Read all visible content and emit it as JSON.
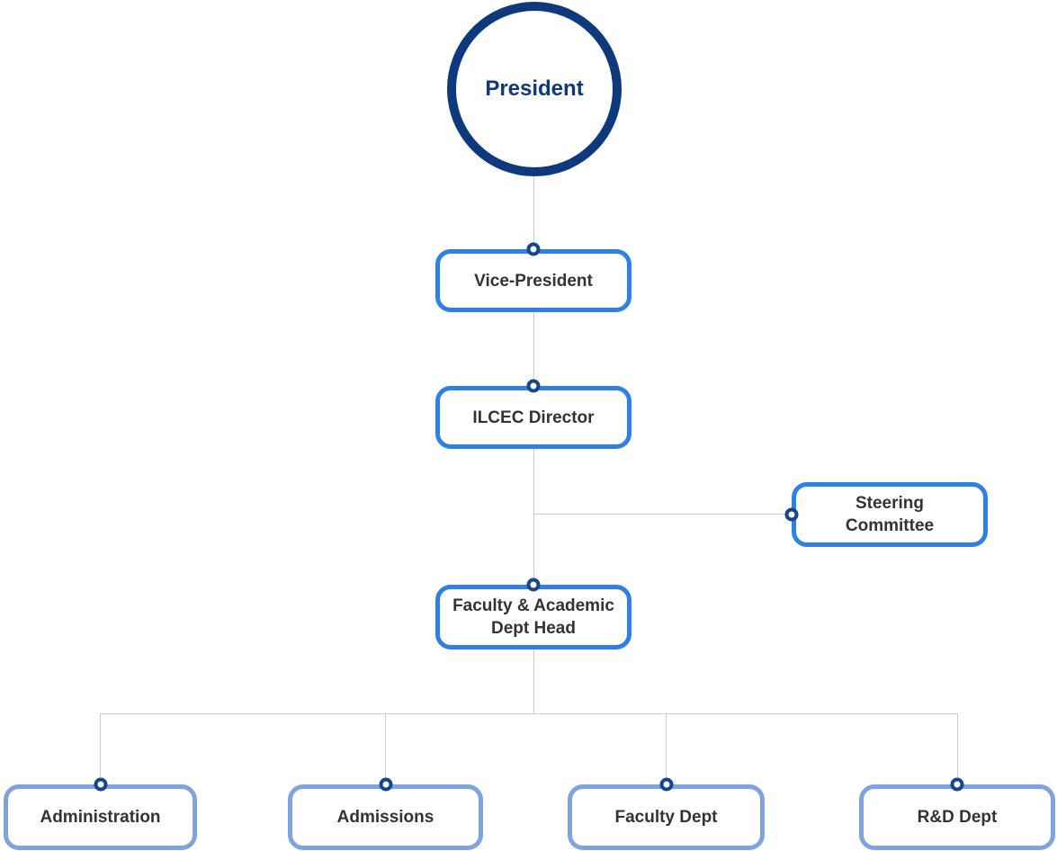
{
  "org_chart": {
    "nodes": {
      "president": {
        "label": "President"
      },
      "vice_president": {
        "label": "Vice-President"
      },
      "ilcec_director": {
        "label": "ILCEC Director"
      },
      "steering_committee": {
        "label": "Steering\nCommittee"
      },
      "faculty_academic_dept_head": {
        "label": "Faculty & Academic\nDept Head"
      },
      "administration": {
        "label": "Administration"
      },
      "admissions": {
        "label": "Admissions"
      },
      "faculty_dept": {
        "label": "Faculty Dept"
      },
      "rd_dept": {
        "label": "R&D Dept"
      }
    },
    "hierarchy": [
      {
        "from": "President",
        "to": "Vice-President"
      },
      {
        "from": "Vice-President",
        "to": "ILCEC Director"
      },
      {
        "from": "ILCEC Director",
        "to": "Steering Committee"
      },
      {
        "from": "ILCEC Director",
        "to": "Faculty & Academic Dept Head"
      },
      {
        "from": "Faculty & Academic Dept Head",
        "to": "Administration"
      },
      {
        "from": "Faculty & Academic Dept Head",
        "to": "Admissions"
      },
      {
        "from": "Faculty & Academic Dept Head",
        "to": "Faculty Dept"
      },
      {
        "from": "Faculty & Academic Dept Head",
        "to": "R&D Dept"
      }
    ],
    "colors": {
      "president_border": "#0e3a7d",
      "president_text": "#0e3a7d",
      "primary_box_border": "#2f80e4",
      "secondary_box_border": "#7fa3dc",
      "node_text": "#333333",
      "connector_line": "#cccccc",
      "connector_dot": "#15458c"
    }
  }
}
